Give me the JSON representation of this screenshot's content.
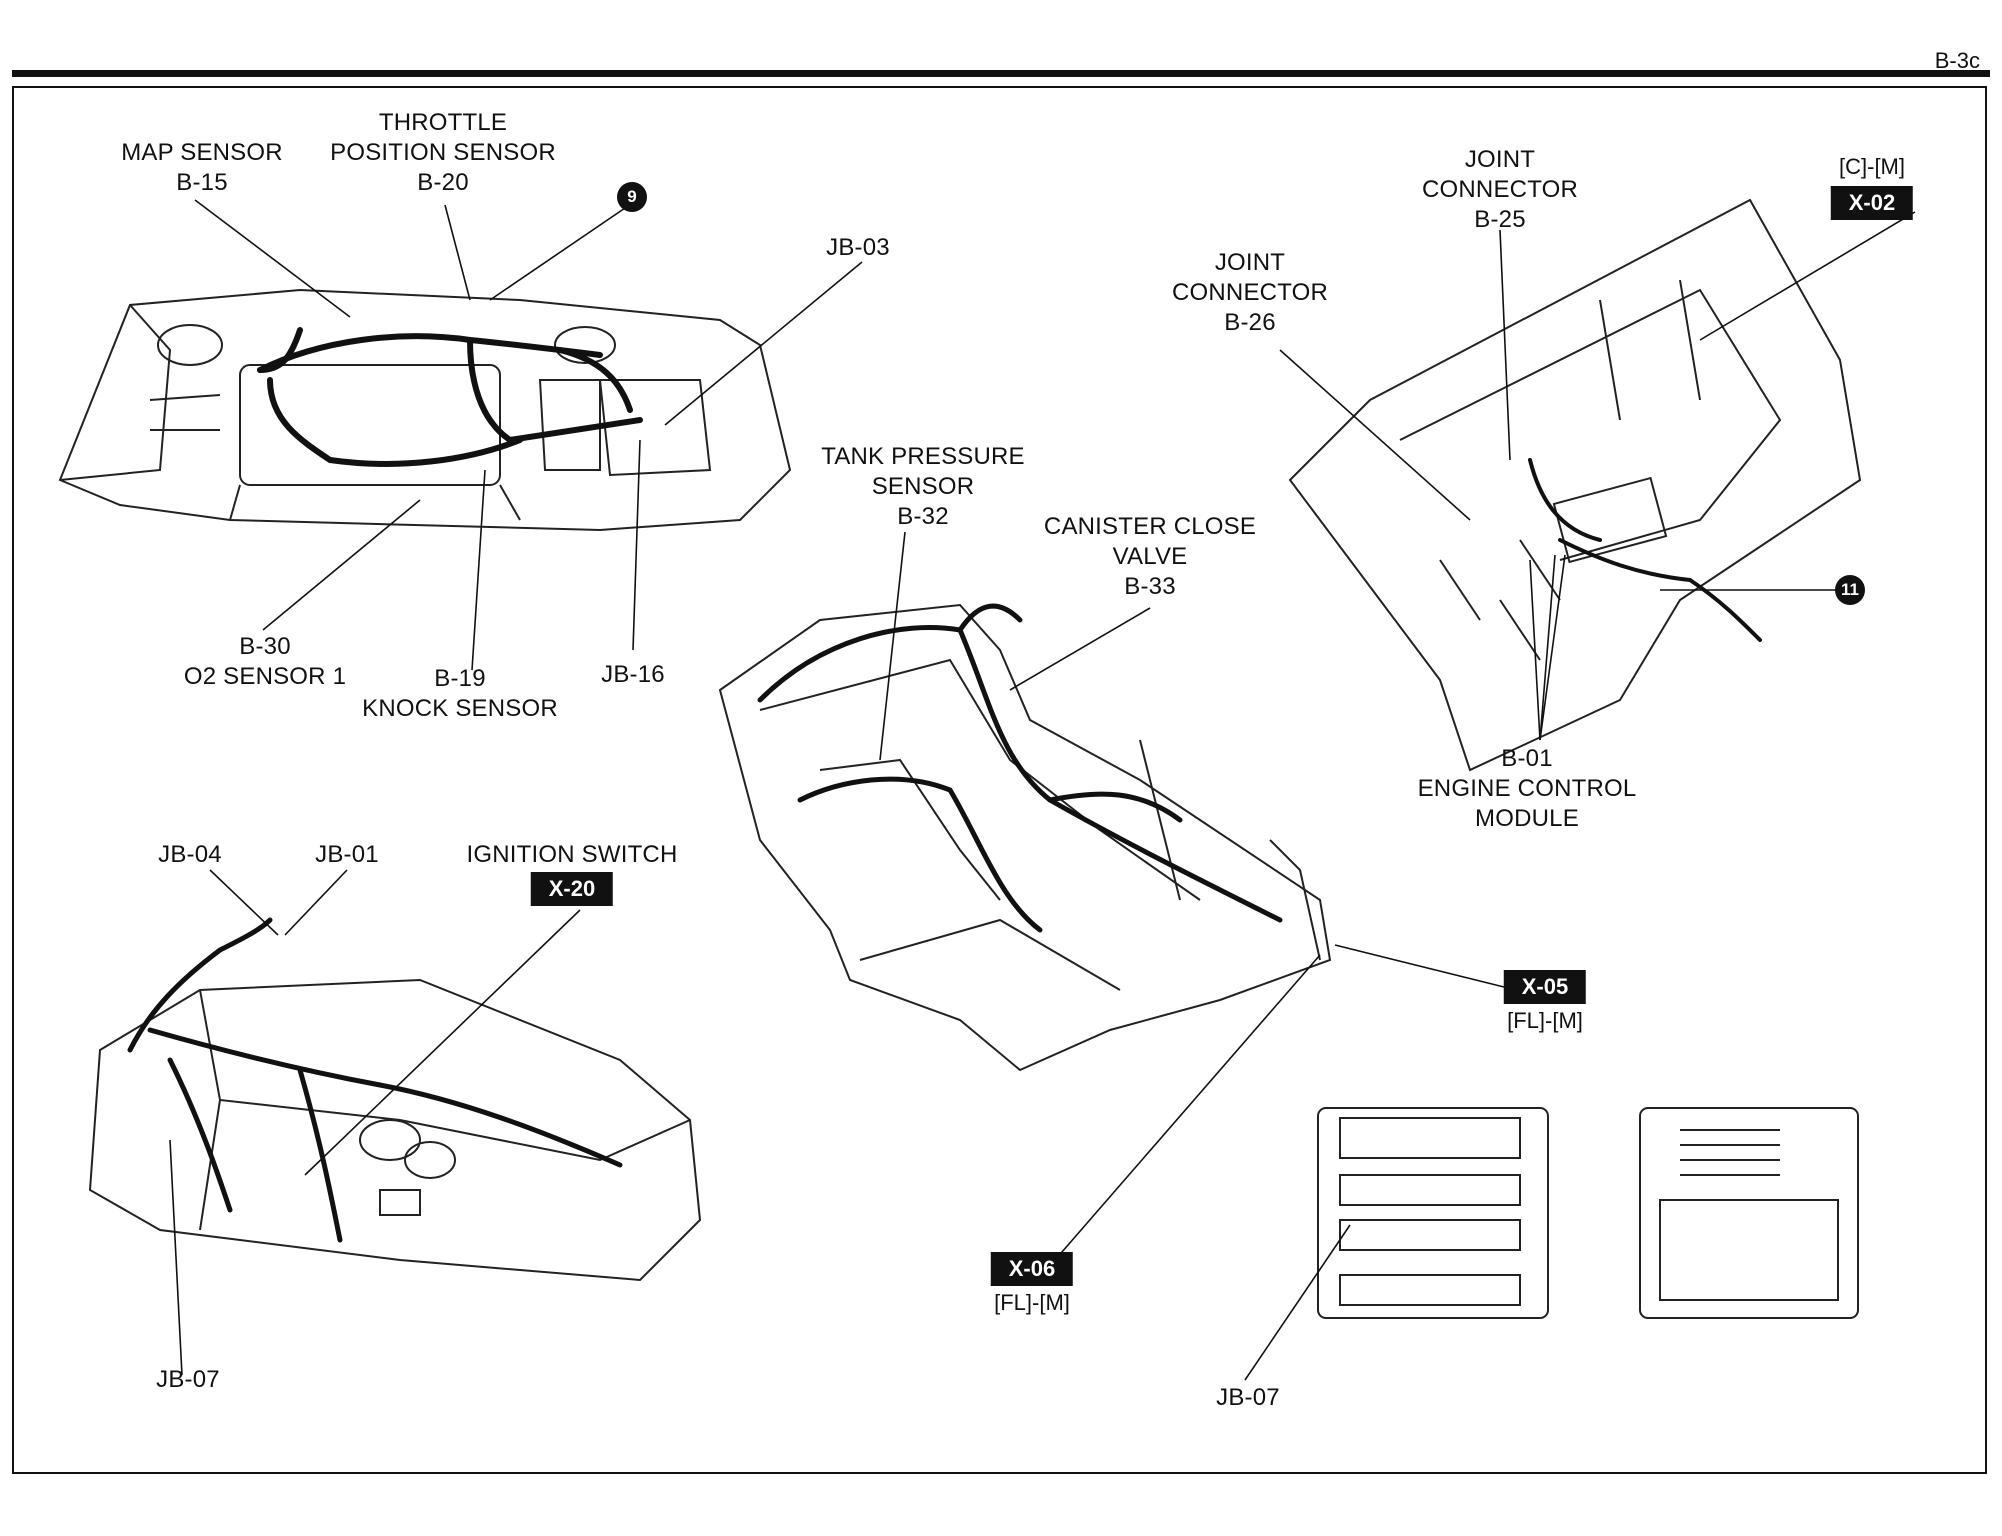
{
  "page_ref": "B-3c",
  "labels": {
    "map_sensor": "MAP SENSOR\nB-15",
    "throttle_sensor": "THROTTLE\nPOSITION SENSOR\nB-20",
    "jb03": "JB-03",
    "o2_sensor": "B-30\nO2 SENSOR 1",
    "knock_sensor": "B-19\nKNOCK SENSOR",
    "jb16": "JB-16",
    "tank_pressure": "TANK PRESSURE\nSENSOR\nB-32",
    "canister": "CANISTER CLOSE\nVALVE\nB-33",
    "joint_b25": "JOINT\nCONNECTOR\nB-25",
    "joint_b26": "JOINT\nCONNECTOR\nB-26",
    "ecm": "B-01\nENGINE CONTROL\nMODULE",
    "jb04": "JB-04",
    "jb01": "JB-01",
    "ignition": "IGNITION SWITCH",
    "jb07_left": "JB-07",
    "jb07_right": "JB-07"
  },
  "connectors": {
    "x02": {
      "code": "X-02",
      "sub": "[C]-[M]"
    },
    "x05": {
      "code": "X-05",
      "sub": "[FL]-[M]"
    },
    "x06": {
      "code": "X-06",
      "sub": "[FL]-[M]"
    },
    "x20": {
      "code": "X-20"
    }
  },
  "callouts": {
    "c9": "9",
    "c11": "11"
  }
}
